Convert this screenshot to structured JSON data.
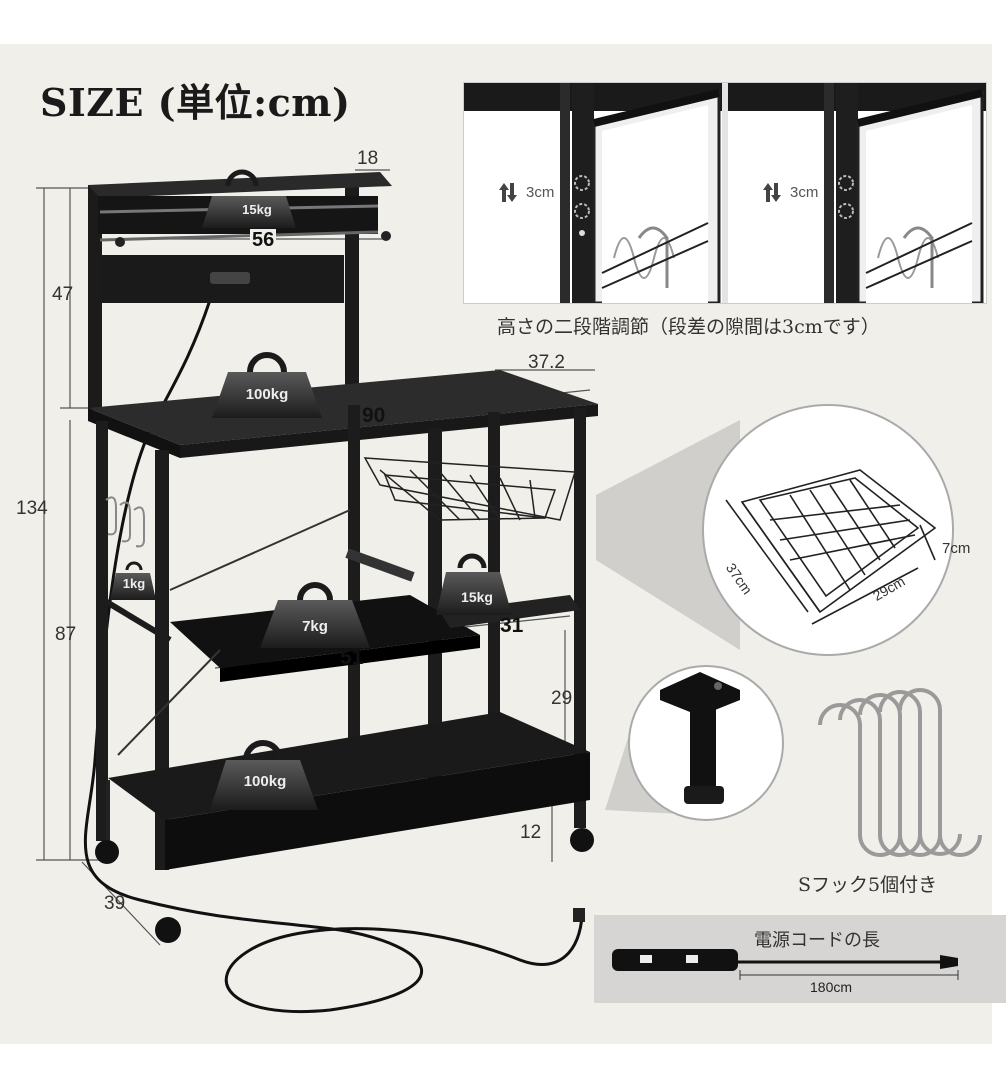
{
  "title": "SIZE (単位:cm)",
  "dimensions": {
    "top_depth": "18",
    "top_width": "56",
    "upper_height": "47",
    "total_height": "134",
    "lower_height": "87",
    "depth": "37.2",
    "width": "90",
    "drawer_depth": "31",
    "drawer_width": "51",
    "shelf_gap": "29",
    "bottom_clearance": "12",
    "base_depth": "39"
  },
  "weights": {
    "top": "15kg",
    "upper": "100kg",
    "hook": "1kg",
    "middle": "7kg",
    "drawer": "15kg",
    "bottom": "100kg"
  },
  "height_adjust": {
    "left_label": "3cm",
    "right_label": "3cm",
    "caption": "高さの二段階調節（段差の隙間は3cmです）"
  },
  "basket": {
    "depth": "37cm",
    "width": "29cm",
    "height": "7cm"
  },
  "hooks_caption": "Sフック5個付き",
  "cord": {
    "label": "電源コードの長",
    "length": "180cm"
  }
}
